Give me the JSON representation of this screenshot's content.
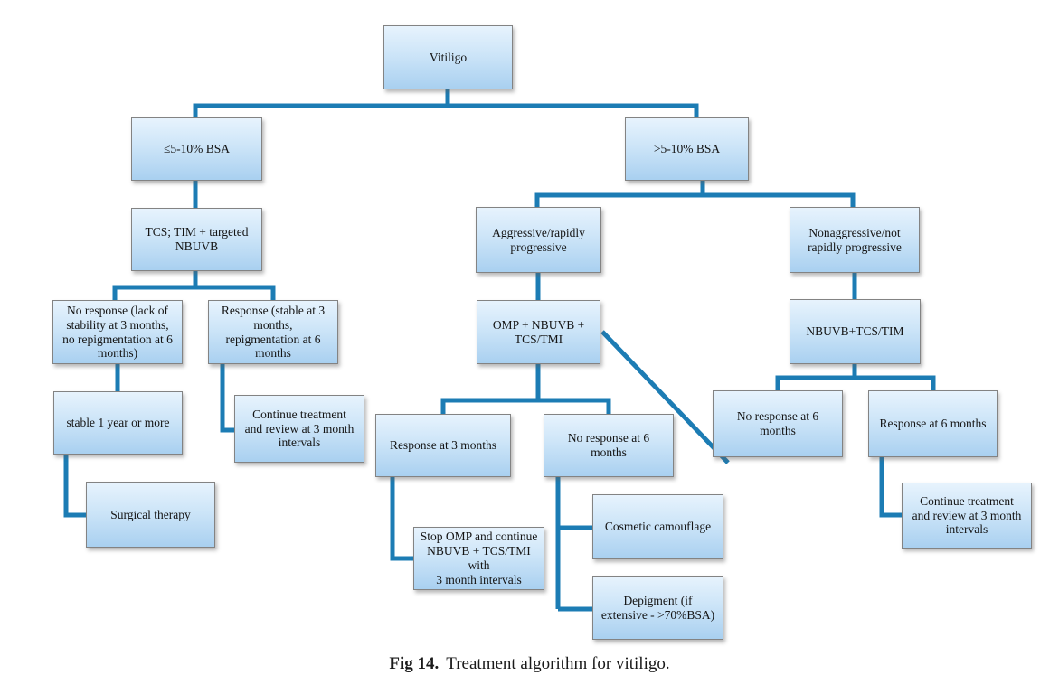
{
  "figure_type": "flowchart",
  "nodes": {
    "vitiligo": {
      "label": "Vitiligo"
    },
    "bsa_le": {
      "label": "≤5-10% BSA"
    },
    "bsa_gt": {
      "label": ">5-10% BSA"
    },
    "tcs_tim_nbuvb": {
      "label": "TCS; TIM + targeted\nNBUVB"
    },
    "no_response_left": {
      "label": "No response (lack of\nstability at 3 months,\nno repigmentation at 6\nmonths)"
    },
    "response_left": {
      "label": "Response (stable at 3\nmonths,\nrepigmentation at 6\nmonths"
    },
    "stable_1yr": {
      "label": "stable 1 year or more"
    },
    "continue_left": {
      "label": "Continue treatment\nand review at 3 month\nintervals"
    },
    "surgical": {
      "label": "Surgical therapy"
    },
    "aggressive": {
      "label": "Aggressive/rapidly\nprogressive"
    },
    "nonaggressive": {
      "label": "Nonaggressive/not\nrapidly progressive"
    },
    "omp": {
      "label": "OMP + NBUVB +\nTCS/TMI"
    },
    "nbuvb_tcs_tim": {
      "label": "NBUVB+TCS/TIM"
    },
    "response_3mo": {
      "label": "Response at 3 months"
    },
    "no_response_6mo_mid": {
      "label": "No response at 6\nmonths"
    },
    "stop_omp": {
      "label": "Stop OMP and continue\nNBUVB + TCS/TMI with\n3 month intervals"
    },
    "cosmetic": {
      "label": "Cosmetic camouflage"
    },
    "depigment": {
      "label": "Depigment (if\nextensive - >70%BSA)"
    },
    "no_response_6mo_right": {
      "label": "No response at 6\nmonths"
    },
    "response_6mo": {
      "label": "Response at 6 months"
    },
    "continue_right": {
      "label": "Continue treatment\nand review at 3 month\nintervals"
    }
  },
  "caption": {
    "label": "Fig 14.",
    "text": "Treatment algorithm for vitiligo."
  },
  "colors": {
    "connector": "#1c7cb4",
    "box_fill_top": "#e7f3fd",
    "box_fill_bottom": "#a9d0f0",
    "box_border": "#838383",
    "text": "#141414"
  }
}
